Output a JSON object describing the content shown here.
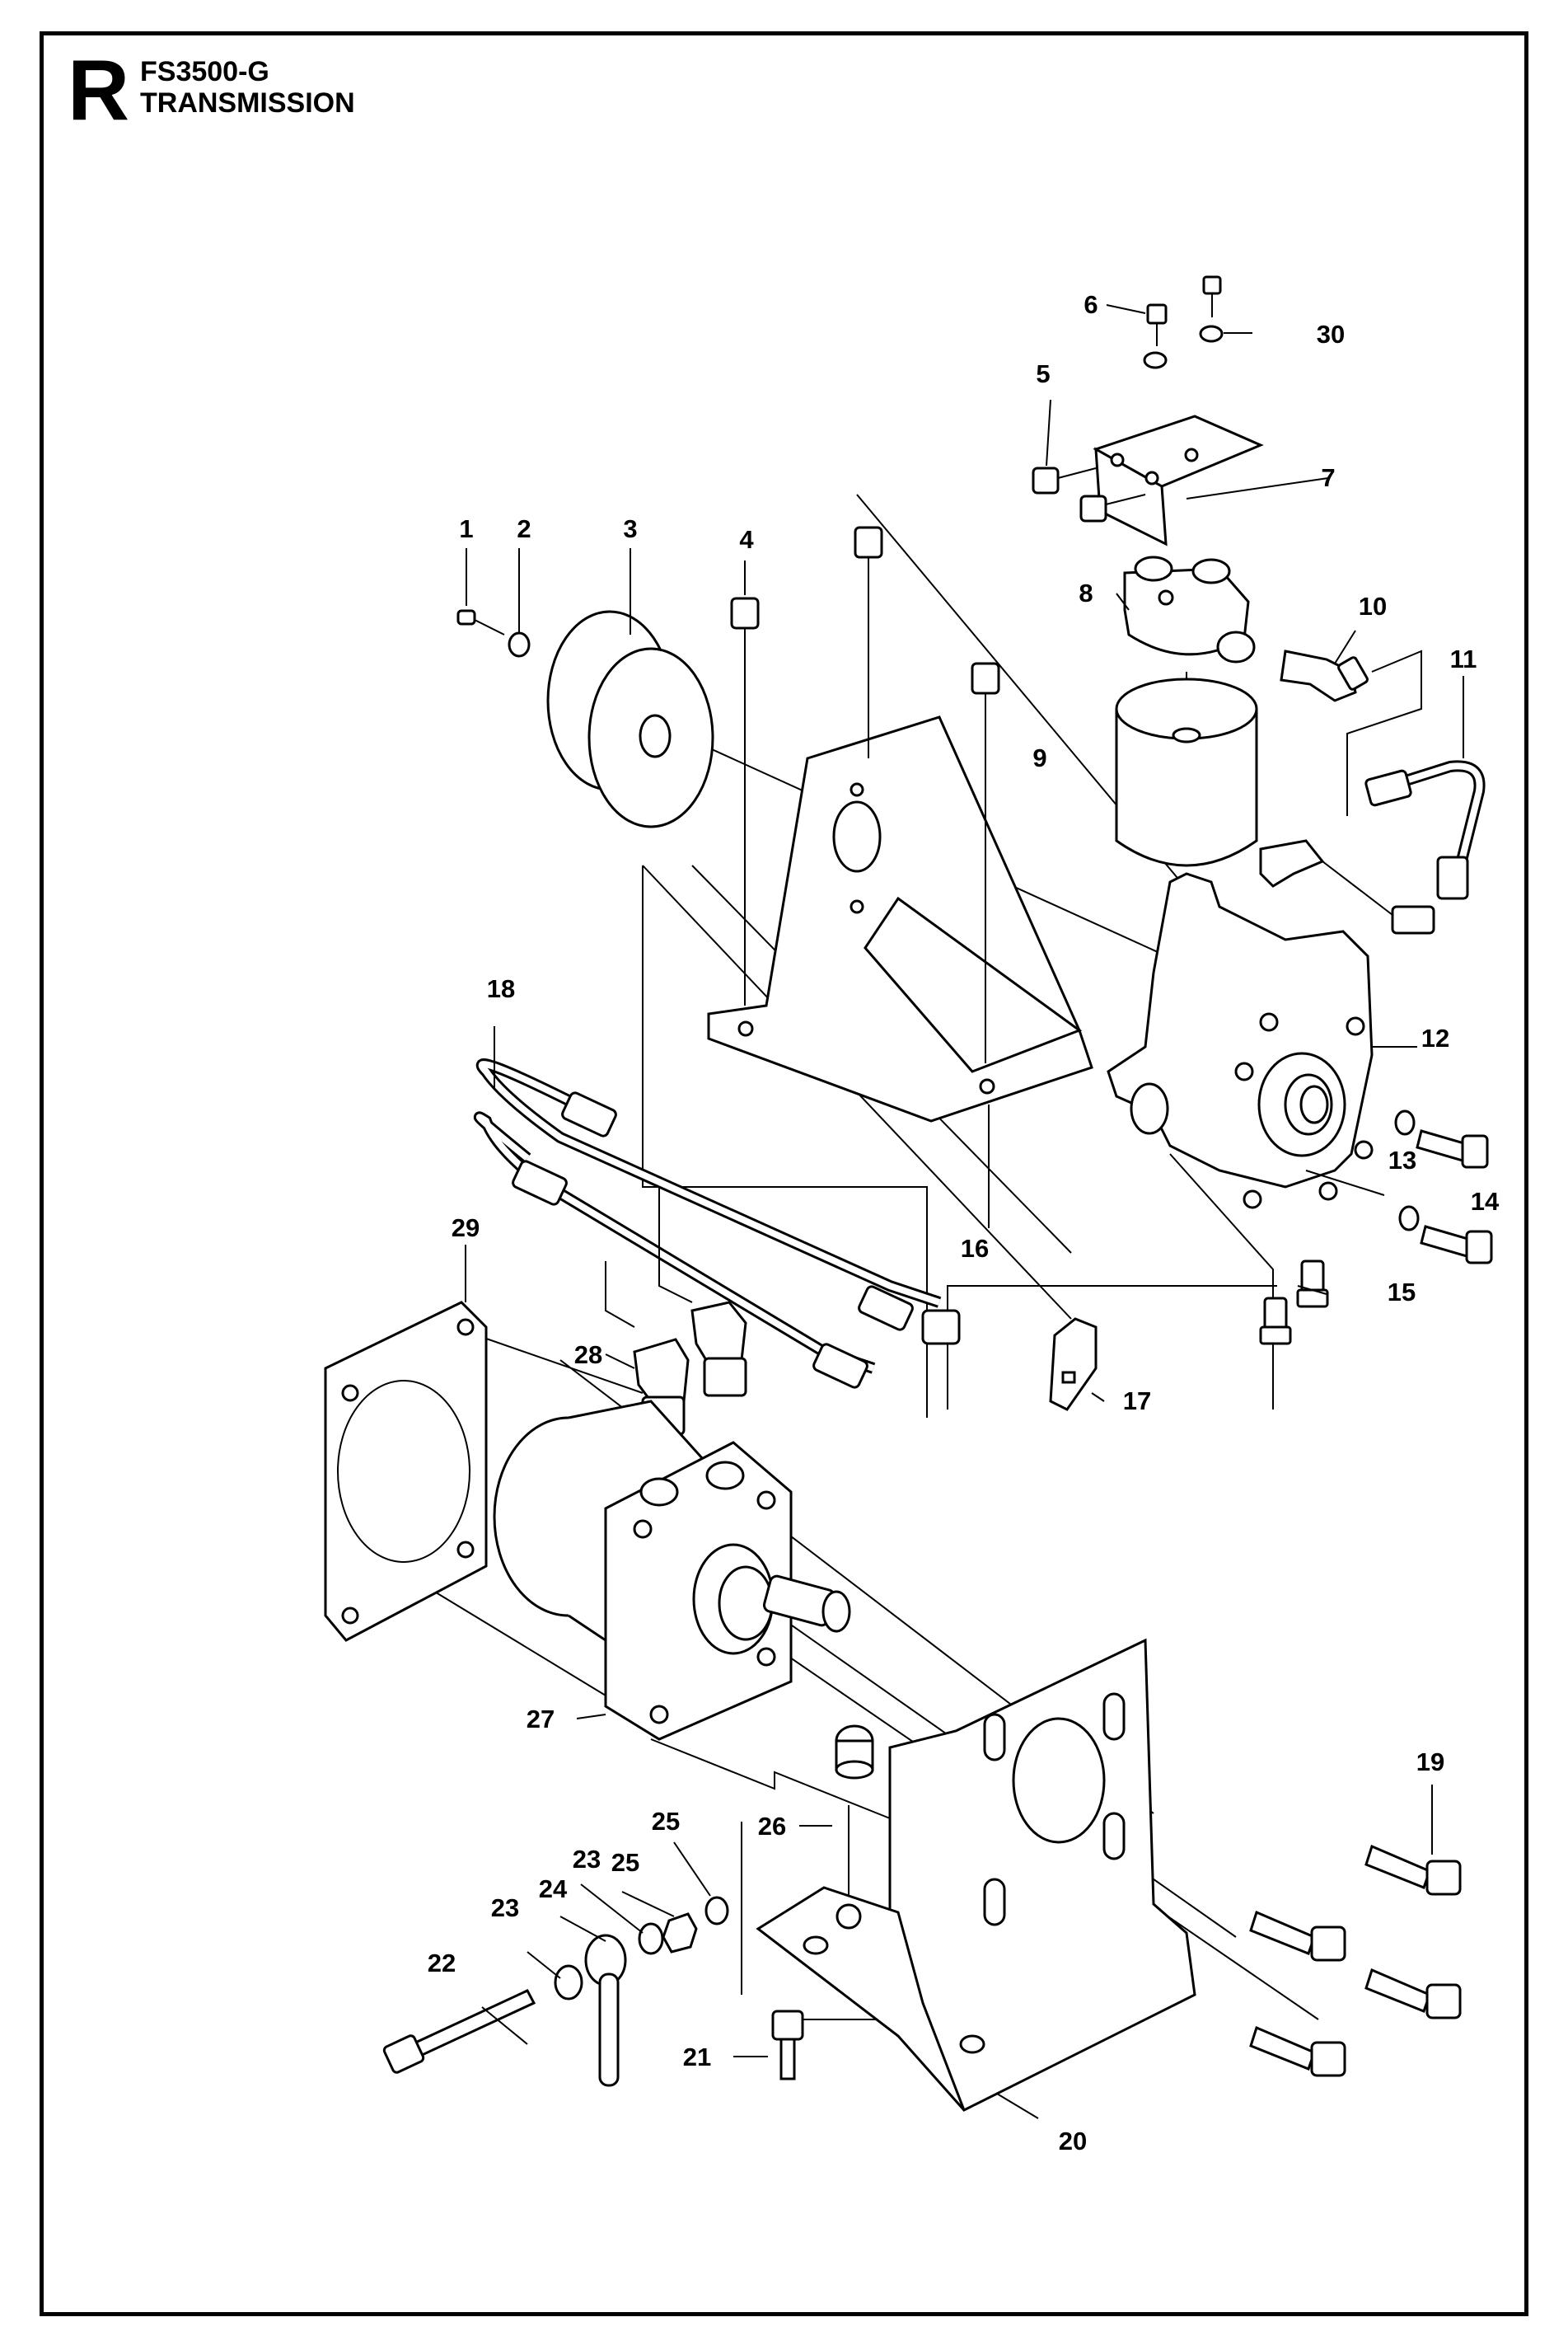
{
  "header": {
    "section_letter": "R",
    "model": "FS3500-G",
    "title": "TRANSMISSION"
  },
  "callouts": [
    "1",
    "2",
    "3",
    "4",
    "5",
    "6",
    "7",
    "8",
    "9",
    "10",
    "11",
    "12",
    "13",
    "14",
    "15",
    "16",
    "17",
    "18",
    "19",
    "20",
    "21",
    "22",
    "23",
    "23",
    "24",
    "25",
    "25",
    "26",
    "27",
    "28",
    "29",
    "30"
  ],
  "colors": {
    "ink": "#000000",
    "paper": "#ffffff"
  }
}
